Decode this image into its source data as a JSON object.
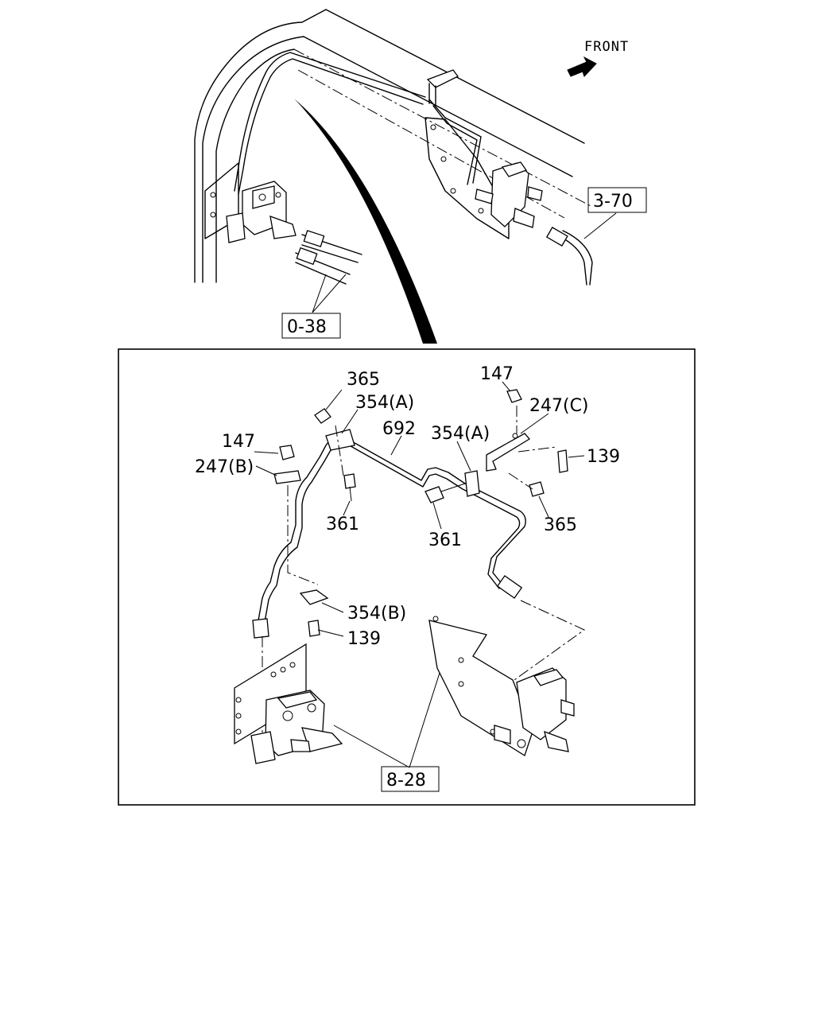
{
  "orientation": {
    "front_label": "FRONT"
  },
  "references": {
    "ref_0_38": "0-38",
    "ref_3_70": "3-70",
    "ref_8_28": "8-28"
  },
  "callouts": {
    "c365_top": "365",
    "c354a_left": "354(A)",
    "c692": "692",
    "c147_left": "147",
    "c247b": "247(B)",
    "c361_left": "361",
    "c147_right": "147",
    "c247c": "247(C)",
    "c354a_right": "354(A)",
    "c139_right": "139",
    "c365_right": "365",
    "c361_mid": "361",
    "c354b": "354(B)",
    "c139_left": "139"
  }
}
